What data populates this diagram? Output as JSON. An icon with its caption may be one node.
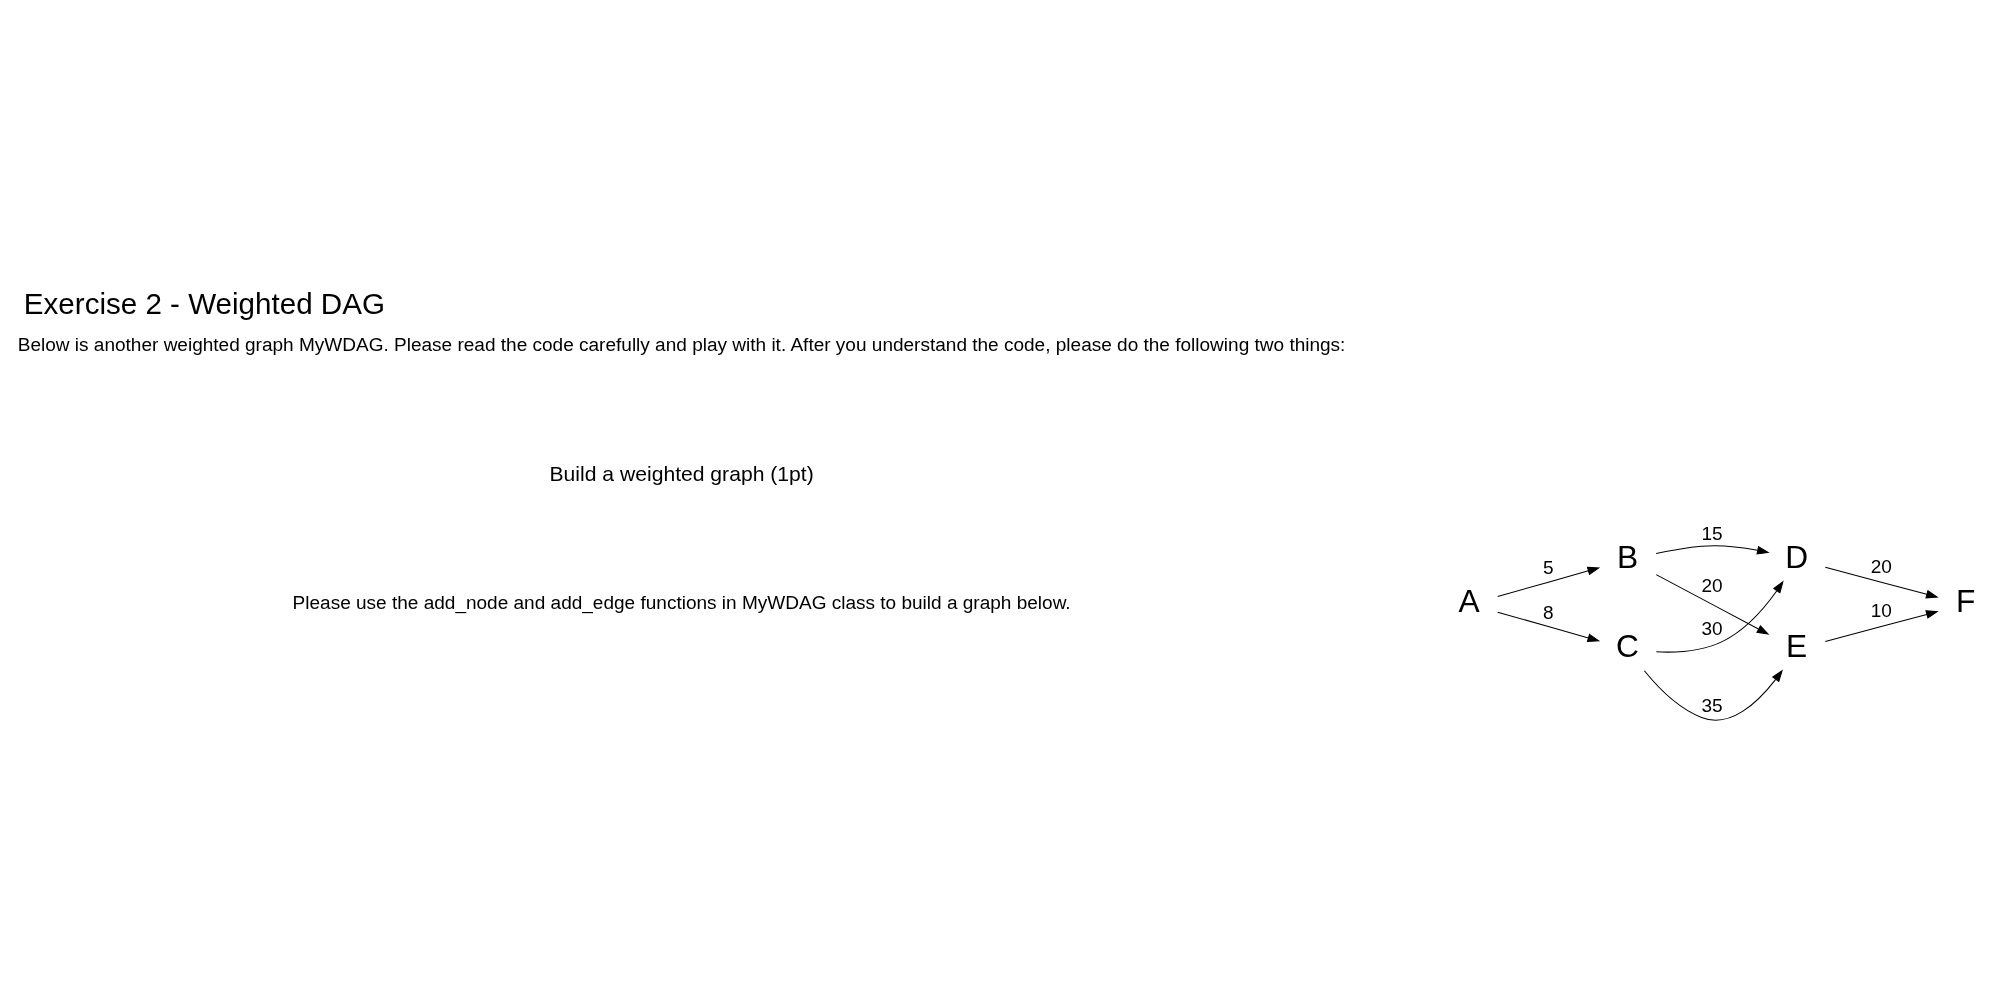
{
  "diagram": {
    "title": "Exercise 2 - Weighted DAG",
    "nodes": [
      {
        "text": [
          "A"
        ]
      },
      {
        "text": [
          "B"
        ]
      },
      {
        "text": [
          "C"
        ]
      },
      {
        "text": [
          "D"
        ]
      },
      {
        "text": [
          "E"
        ]
      },
      {
        "text": [
          "F"
        ]
      }
    ],
    "edges": [
      {
        "from": 0,
        "to": 1,
        "arrow": "to",
        "label": "5"
      },
      {
        "from": 0,
        "to": 2,
        "arrow": "to",
        "label": "8"
      },
      {
        "from": 1,
        "to": 3,
        "arrow": "to",
        "label": "15"
      },
      {
        "from": 1,
        "to": 4,
        "arrow": "to",
        "label": "20"
      },
      {
        "from": 2,
        "to": 3,
        "arrow": "to",
        "label": "30"
      },
      {
        "from": 2,
        "to": 4,
        "arrow": "to",
        "label": "35"
      },
      {
        "from": 3,
        "to": 5,
        "arrow": "to",
        "label": "20"
      },
      {
        "from": 4,
        "to": 5,
        "arrow": "to",
        "label": "10"
      }
    ],
    "labels": [
      "Below is another weighted graph MyWDAG. Please read the code carefully and play with it. After you understand the code, please do the following two things:",
      "Build a weighted graph (1pt)",
      "Please use the add_node and add_edge functions in MyWDAG class to build a graph below."
    ]
  }
}
